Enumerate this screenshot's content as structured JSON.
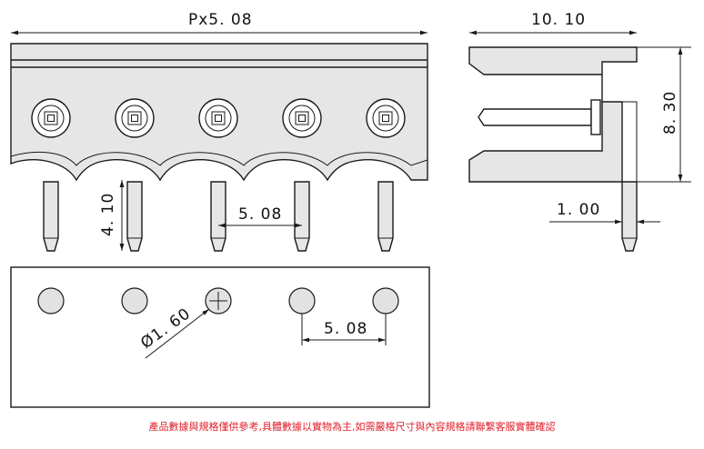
{
  "dimensions": {
    "top_width": "Px5. 08",
    "pin_length": "4. 10",
    "pitch_front": "5. 08",
    "side_width": "10. 10",
    "side_height": "8. 30",
    "pin_thickness": "1. 00",
    "hole_diameter": "Ø1. 60",
    "pitch_pcb": "5. 08"
  },
  "disclaimer": "產品數據與規格僅供參考,具體數據以實物為主,如需嚴格尺寸與內容規格請聯繫客服實體確認",
  "colors": {
    "body_fill": "#e6e6e6",
    "disclaimer": "#e0202a"
  }
}
